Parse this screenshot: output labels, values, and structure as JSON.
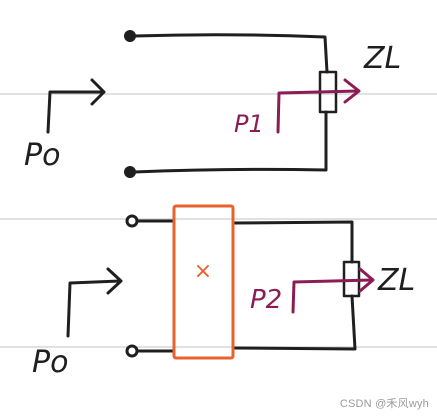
{
  "colors": {
    "ink": "#1f1f1f",
    "magenta": "#8b1d55",
    "orange": "#e9612d",
    "ruled": "#cfcfcf"
  },
  "top": {
    "port_label": "Po",
    "power_label": "P1",
    "load_label": "ZL"
  },
  "bottom": {
    "port_label": "Po",
    "power_label": "P2",
    "load_label": "ZL",
    "block_mark": "×"
  },
  "watermark": "CSDN @禾风wyh"
}
